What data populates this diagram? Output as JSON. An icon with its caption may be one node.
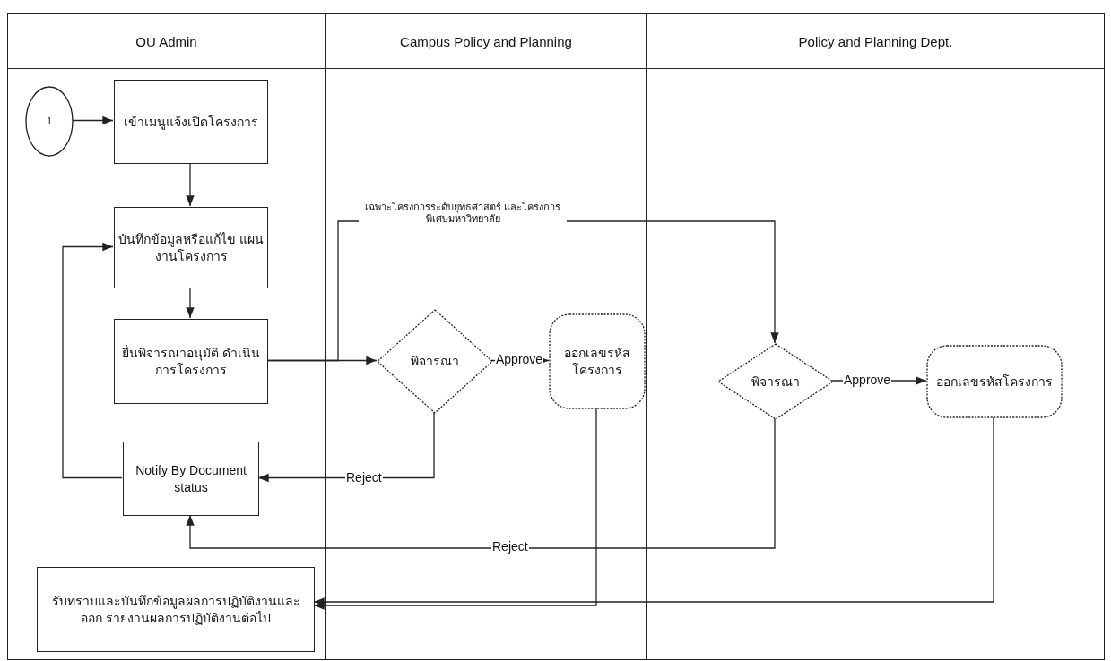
{
  "diagram": {
    "nodes": [
      {
        "text": [
          "OU Admin"
        ]
      },
      {
        "text": [
          "Campus Policy and Planning"
        ]
      },
      {
        "text": [
          "Policy and Planning Dept."
        ]
      },
      {
        "text": [
          "1"
        ],
        "in": 0
      },
      {
        "text": [
          "เข้าเมนูแจ้งเปิดโครงการ"
        ],
        "in": 0
      },
      {
        "text": [
          "บันทึกข้อมูลหรือแก้ไข แผนงานโครงการ"
        ],
        "in": 0
      },
      {
        "text": [
          "ยื่นพิจารณาอนุมัติ ดำเนินการโครงการ"
        ],
        "in": 0
      },
      {
        "text": [
          "Notify By Document status"
        ],
        "in": 0
      },
      {
        "text": [
          "รับทราบและบันทึกข้อมูลผลการปฏิบัติงานและออก รายงานผลการปฏิบัติงานต่อไป"
        ],
        "in": 0
      },
      {
        "text": [
          "พิจารณา"
        ],
        "in": 1
      },
      {
        "text": [
          "ออกเลขรหัส โครงการ"
        ],
        "in": 1
      },
      {
        "text": [
          "พิจารณา"
        ],
        "in": 2
      },
      {
        "text": [
          "ออกเลขรหัสโครงการ"
        ],
        "in": 2
      }
    ],
    "edges": [
      {
        "from": 3,
        "to": 4,
        "arrow": "to"
      },
      {
        "from": 4,
        "to": 5,
        "arrow": "to"
      },
      {
        "from": 5,
        "to": 6,
        "arrow": "to"
      },
      {
        "from": 6,
        "to": 9,
        "arrow": "to"
      },
      {
        "from": 6,
        "to": 11,
        "arrow": "to",
        "label": "เฉพาะโครงการระดับยุทธศาสตร์ และโครงการพิเศษมหาวิทยาลัย"
      },
      {
        "from": 9,
        "to": 10,
        "arrow": "to",
        "label": "Approve"
      },
      {
        "from": 9,
        "to": 7,
        "arrow": "to",
        "label": "Reject"
      },
      {
        "from": 11,
        "to": 12,
        "arrow": "to",
        "label": "Approve"
      },
      {
        "from": 11,
        "to": 7,
        "arrow": "to",
        "label": "Reject"
      },
      {
        "from": 7,
        "to": 5,
        "arrow": "to"
      },
      {
        "from": 10,
        "to": 8,
        "arrow": "to"
      },
      {
        "from": 12,
        "to": 8,
        "arrow": "to"
      }
    ]
  }
}
